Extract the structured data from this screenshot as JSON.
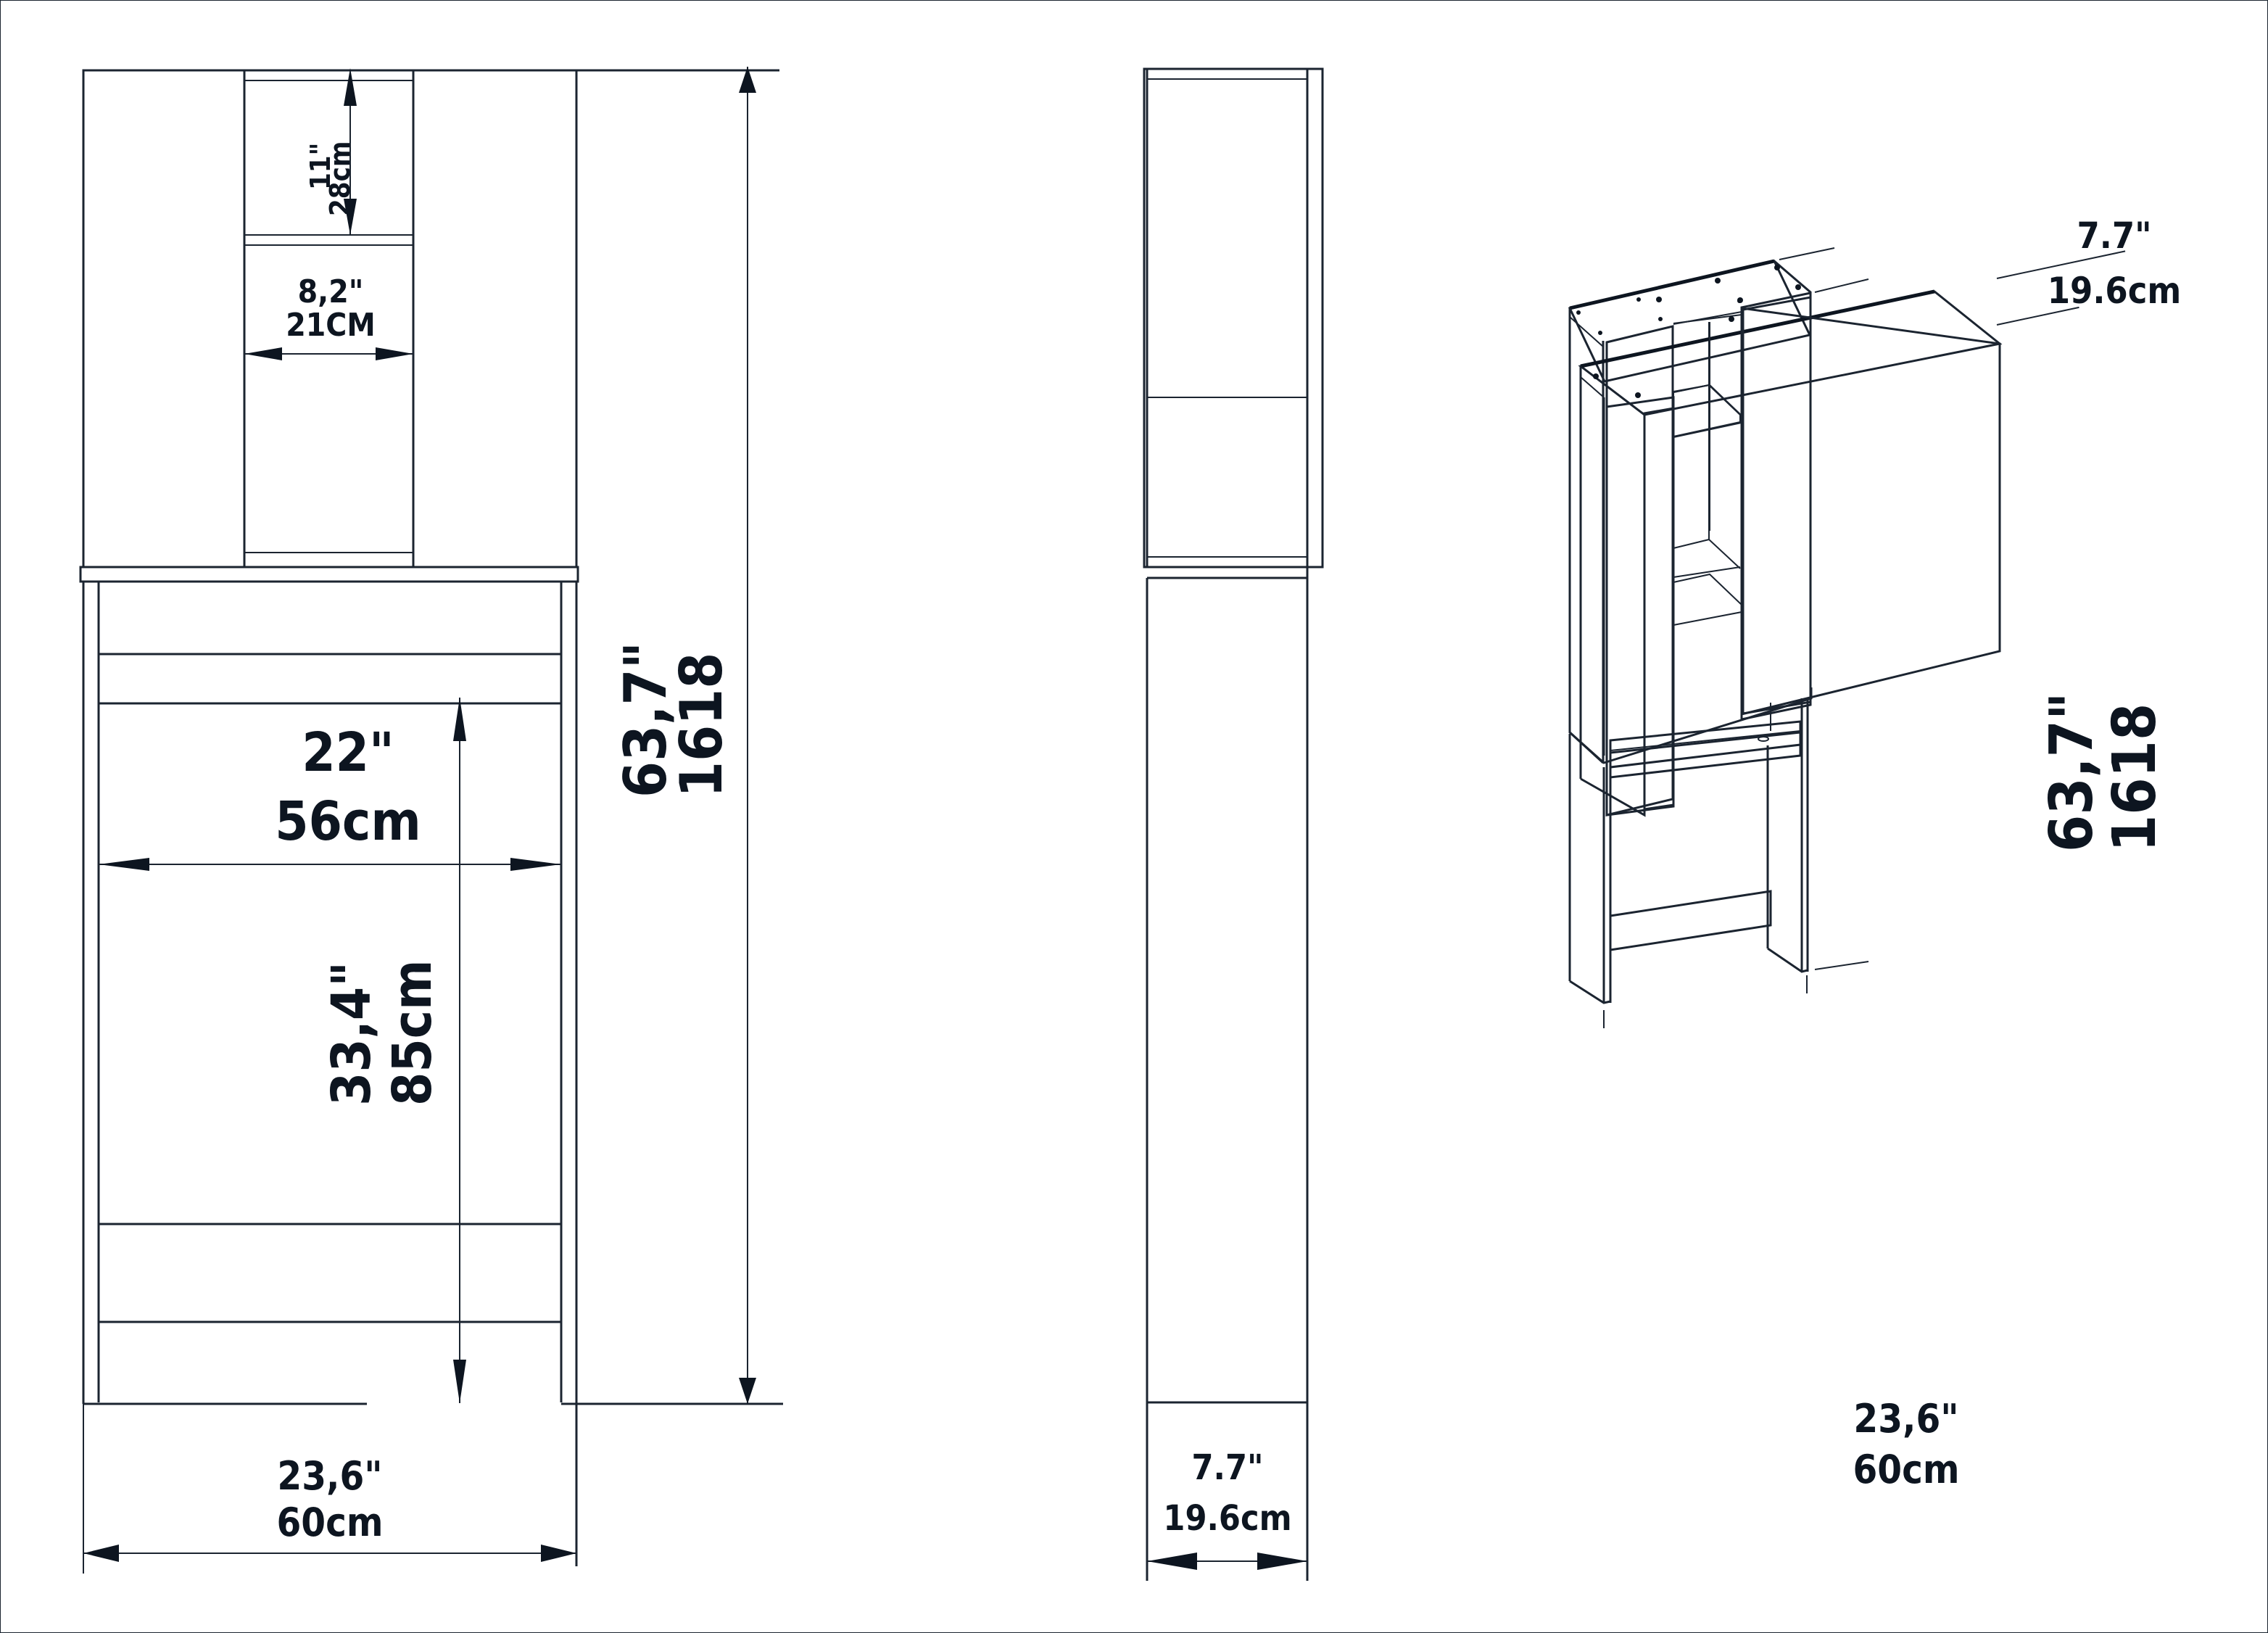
{
  "title": "Over-toilet bathroom cabinet dimension drawing",
  "colors": {
    "line": "#1b2430",
    "text": "#0d1520",
    "background": "#ffffff"
  },
  "views": {
    "front": {
      "shelf_height": {
        "inch": "11\"",
        "cm": "28cm"
      },
      "shelf_width": {
        "inch": "8,2\"",
        "cm": "21CM"
      },
      "inner_width": {
        "inch": "22\"",
        "cm": "56cm"
      },
      "inner_height": {
        "inch": "33,4\"",
        "cm": "85cm"
      },
      "total_height": {
        "inch": "63,7\"",
        "mm": "1618"
      },
      "total_width": {
        "inch": "23,6\"",
        "cm": "60cm"
      }
    },
    "side": {
      "depth": {
        "inch": "7.7\"",
        "cm": "19.6cm"
      }
    },
    "perspective": {
      "depth": {
        "inch": "7.7\"",
        "cm": "19.6cm"
      },
      "total_height": {
        "inch": "63,7\"",
        "mm": "1618"
      },
      "total_width": {
        "inch": "23,6\"",
        "cm": "60cm"
      }
    }
  }
}
